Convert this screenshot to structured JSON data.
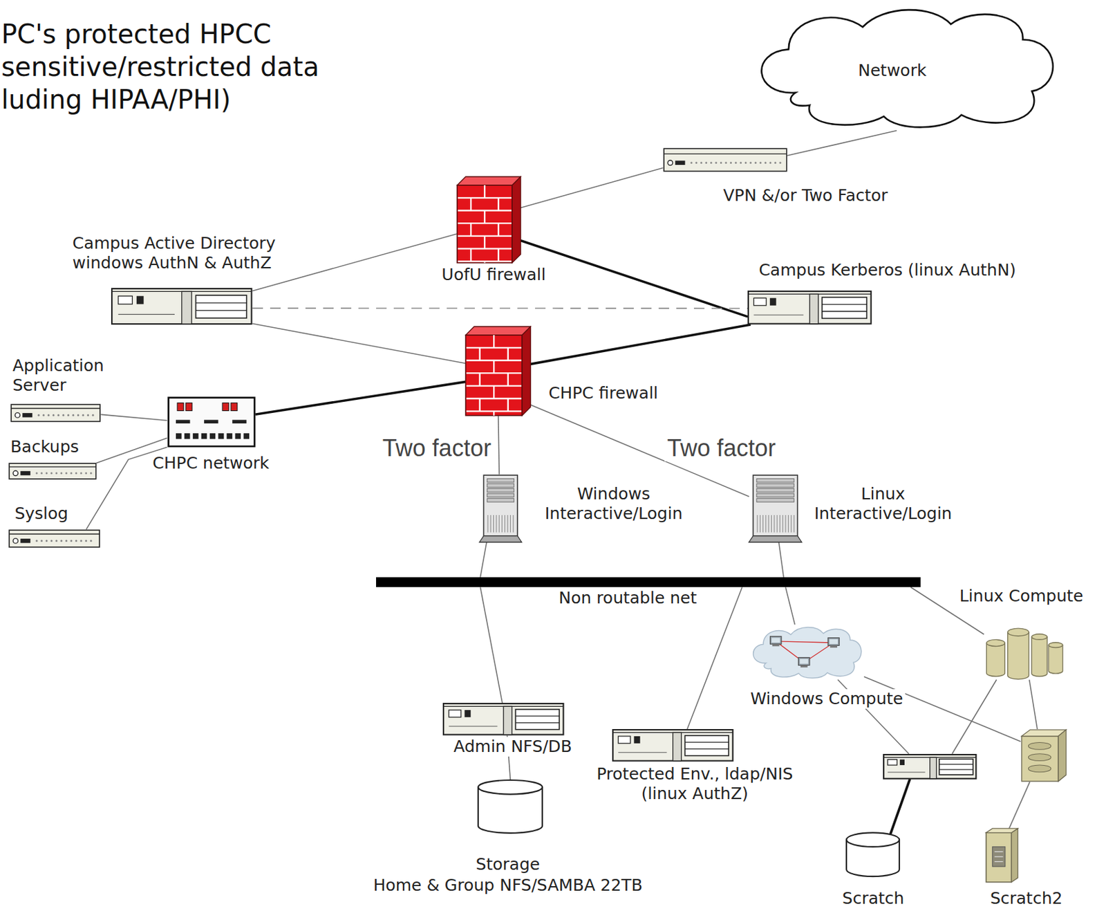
{
  "diagram": {
    "title": "PC's protected HPCC sensitive/restricted data luding HIPAA/PHI)",
    "nodes": [
      {
        "text": [
          "Network"
        ]
      },
      {
        "text": [
          "VPN &/or Two Factor"
        ]
      },
      {
        "text": [
          "UofU firewall"
        ]
      },
      {
        "text": [
          "Campus Active Directory windows AuthN & AuthZ"
        ]
      },
      {
        "text": [
          "Campus Kerberos (linux AuthN)"
        ]
      },
      {
        "text": [
          "CHPC firewall"
        ]
      },
      {
        "text": [
          "Application Server"
        ]
      },
      {
        "text": [
          "Backups"
        ]
      },
      {
        "text": [
          "Syslog"
        ]
      },
      {
        "text": [
          "CHPC network"
        ]
      },
      {
        "text": [
          "Windows Interactive/Login"
        ]
      },
      {
        "text": [
          "Linux Interactive/Login"
        ]
      },
      {
        "text": [
          "Non routable net"
        ]
      },
      {
        "text": [
          "Admin NFS/DB"
        ]
      },
      {
        "text": [
          "Storage",
          "Home & Group NFS/SAMBA 22TB"
        ]
      },
      {
        "text": [
          "Protected Env., ldap/NIS (linux AuthZ)"
        ]
      },
      {
        "text": [
          "Windows Compute"
        ]
      },
      {
        "text": [
          "Linux Compute"
        ]
      },
      {
        "text": [
          "Scratch"
        ]
      },
      {
        "text": [
          "Scratch2"
        ]
      }
    ],
    "edges": [
      {
        "from": 0,
        "to": 1,
        "arrow": "none"
      },
      {
        "from": 1,
        "to": 2,
        "arrow": "none"
      },
      {
        "from": 2,
        "to": 3,
        "arrow": "none"
      },
      {
        "from": 2,
        "to": 4,
        "arrow": "none"
      },
      {
        "from": 3,
        "to": 4,
        "arrow": "none"
      },
      {
        "from": 3,
        "to": 5,
        "arrow": "none"
      },
      {
        "from": 4,
        "to": 5,
        "arrow": "none"
      },
      {
        "from": 5,
        "to": 9,
        "arrow": "none"
      },
      {
        "from": 6,
        "to": 9,
        "arrow": "none"
      },
      {
        "from": 7,
        "to": 9,
        "arrow": "none"
      },
      {
        "from": 8,
        "to": 9,
        "arrow": "none"
      },
      {
        "from": 5,
        "to": 10,
        "label": "Two factor",
        "arrow": "none"
      },
      {
        "from": 5,
        "to": 11,
        "label": "Two factor",
        "arrow": "none"
      },
      {
        "from": 10,
        "to": 12,
        "arrow": "none"
      },
      {
        "from": 11,
        "to": 12,
        "arrow": "none"
      },
      {
        "from": 12,
        "to": 13,
        "arrow": "none"
      },
      {
        "from": 13,
        "to": 14,
        "arrow": "none"
      },
      {
        "from": 12,
        "to": 15,
        "arrow": "none"
      },
      {
        "from": 12,
        "to": 16,
        "arrow": "none"
      },
      {
        "from": 12,
        "to": 17,
        "arrow": "none"
      },
      {
        "from": 16,
        "to": 18,
        "arrow": "none"
      },
      {
        "from": 16,
        "to": 19,
        "arrow": "none"
      },
      {
        "from": 17,
        "to": 18,
        "arrow": "none"
      },
      {
        "from": 17,
        "to": 19,
        "arrow": "none"
      }
    ]
  }
}
